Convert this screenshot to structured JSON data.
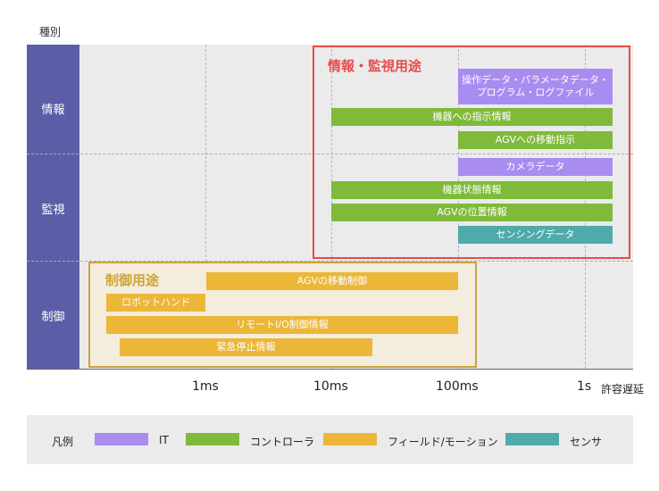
{
  "y_axis_title": "種別",
  "x_axis_title": "許容遅延",
  "categories": [
    "情報",
    "監視",
    "制御"
  ],
  "x_ticks": [
    "1ms",
    "10ms",
    "100ms",
    "1s"
  ],
  "groups": {
    "info_monitor_title": "情報・監視用途",
    "control_title": "制御用途"
  },
  "bars": [
    {
      "label_line1": "操作データ・パラメータデータ・",
      "label_line2": "プログラム・ログファイル",
      "type": "IT"
    },
    {
      "label": "機器への指示情報",
      "type": "コントローラ"
    },
    {
      "label": "AGVへの移動指示",
      "type": "コントローラ"
    },
    {
      "label": "カメラデータ",
      "type": "IT"
    },
    {
      "label": "機器状態情報",
      "type": "コントローラ"
    },
    {
      "label": "AGVの位置情報",
      "type": "コントローラ"
    },
    {
      "label": "センシングデータ",
      "type": "センサ"
    },
    {
      "label": "AGVの移動制御",
      "type": "フィールド/モーション"
    },
    {
      "label": "ロボットハンド",
      "type": "フィールド/モーション"
    },
    {
      "label": "リモートI/O制御情報",
      "type": "フィールド/モーション"
    },
    {
      "label": "緊急停止情報",
      "type": "フィールド/モーション"
    }
  ],
  "legend": {
    "title": "凡例",
    "items": [
      {
        "label": "IT",
        "color": "#a98cf0"
      },
      {
        "label": "コントローラ",
        "color": "#7fba3a"
      },
      {
        "label": "フィールド/モーション",
        "color": "#ecb638"
      },
      {
        "label": "センサ",
        "color": "#4faaaa"
      }
    ]
  }
}
